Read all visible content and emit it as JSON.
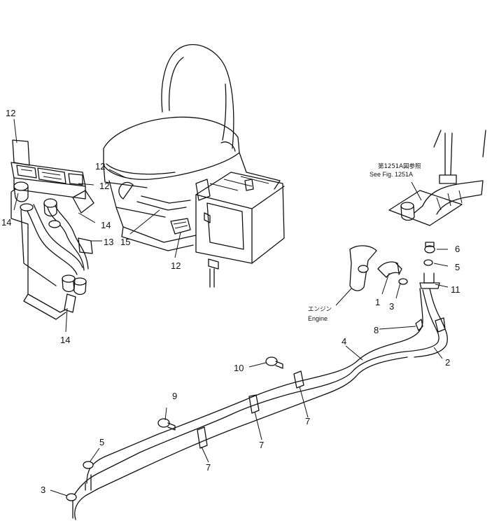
{
  "callouts": {
    "c1": "1",
    "c2": "2",
    "c3a": "3",
    "c3b": "3",
    "c4": "4",
    "c5a": "5",
    "c5b": "5",
    "c6": "6",
    "c7a": "7",
    "c7b": "7",
    "c7c": "7",
    "c8": "8",
    "c9": "9",
    "c10": "10",
    "c11": "11",
    "c12a": "12",
    "c12b": "12",
    "c12c": "12",
    "c12d": "12",
    "c13": "13",
    "c14a": "14",
    "c14b": "14",
    "c14c": "14",
    "c15": "15"
  },
  "notes": {
    "ref_jp": "第1251A図参照",
    "ref_en": "See Fig. 1251A",
    "engine_jp": "エンジン",
    "engine_en": "Engine"
  }
}
